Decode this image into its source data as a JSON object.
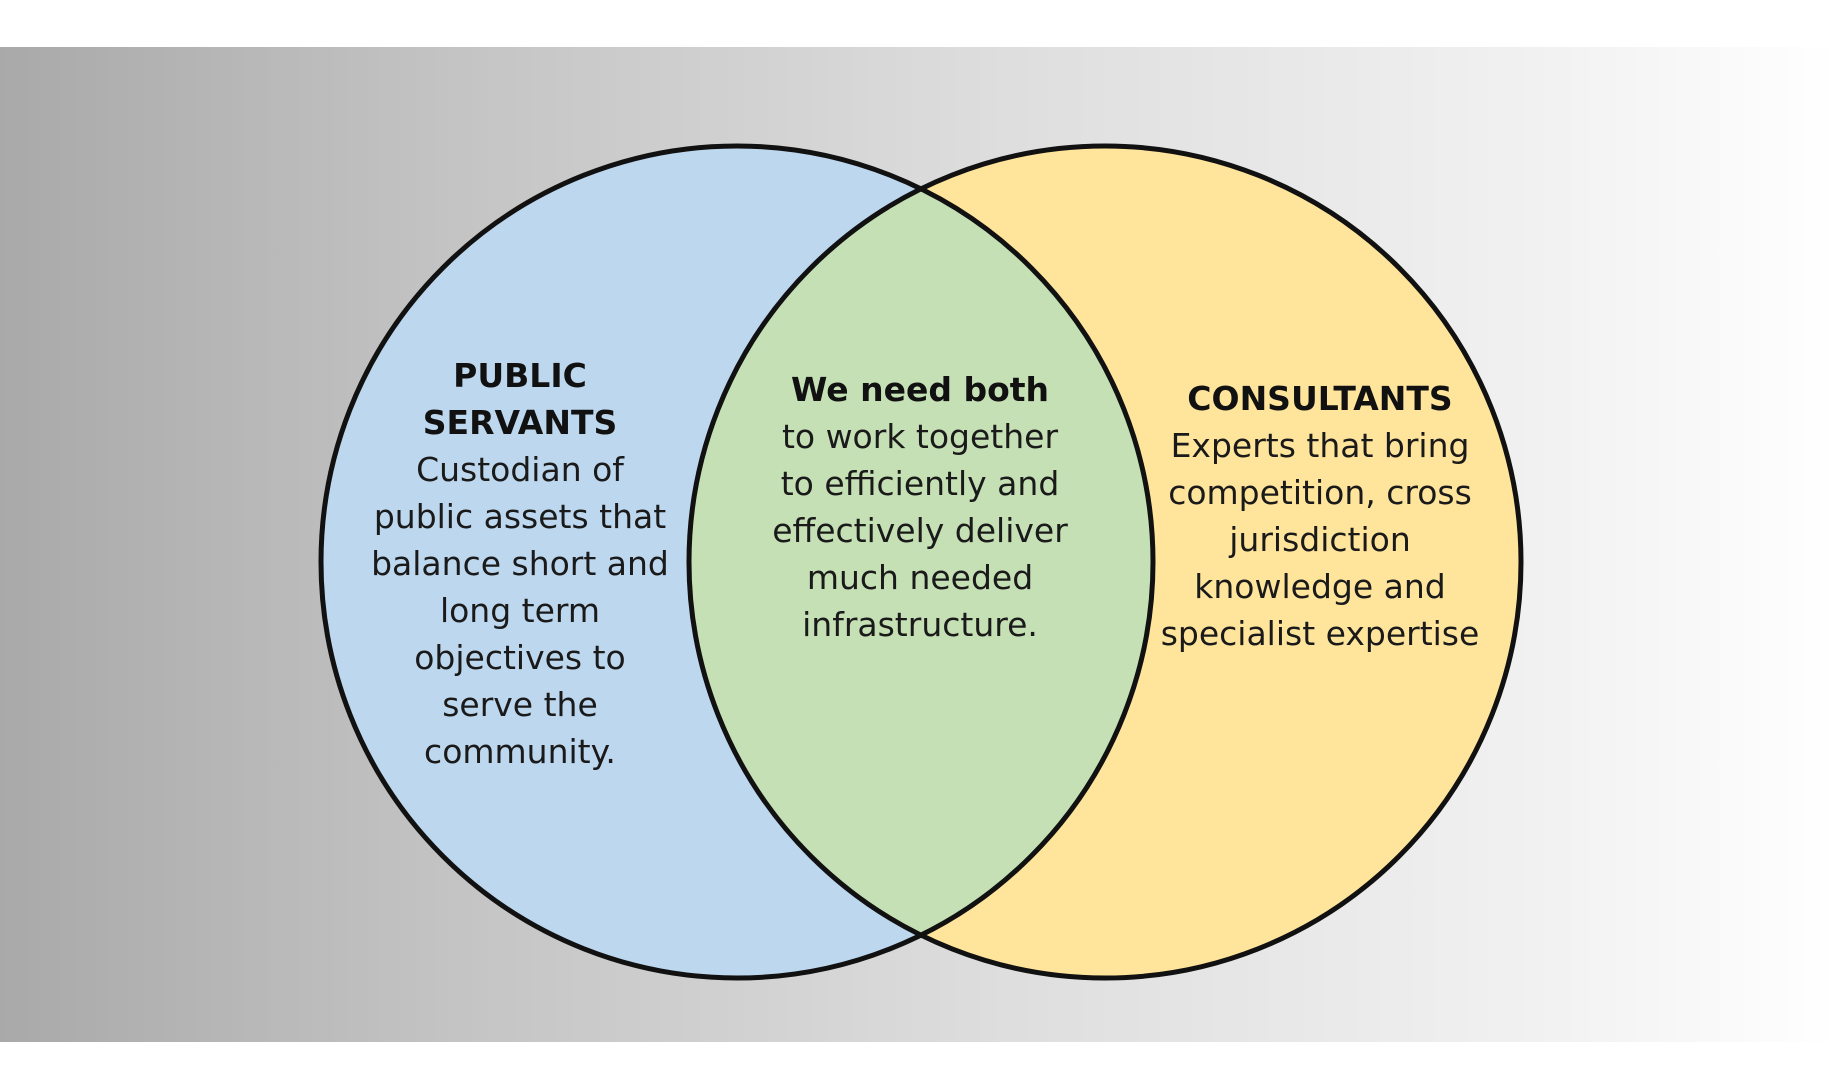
{
  "diagram": {
    "colors": {
      "left_fill": "#bdd7ee",
      "right_fill": "#ffe49c",
      "overlap_fill": "#c5e0b4",
      "outline": "#111111"
    },
    "left": {
      "title": "PUBLIC SERVANTS",
      "body": "Custodian of public assets that balance short and long term objectives to serve the community."
    },
    "center": {
      "title": "We need both",
      "body": "to work together to efficiently and effectively deliver much needed infrastructure."
    },
    "right": {
      "title": "CONSULTANTS",
      "body": "Experts that bring competition, cross jurisdiction knowledge and specialist expertise"
    }
  }
}
